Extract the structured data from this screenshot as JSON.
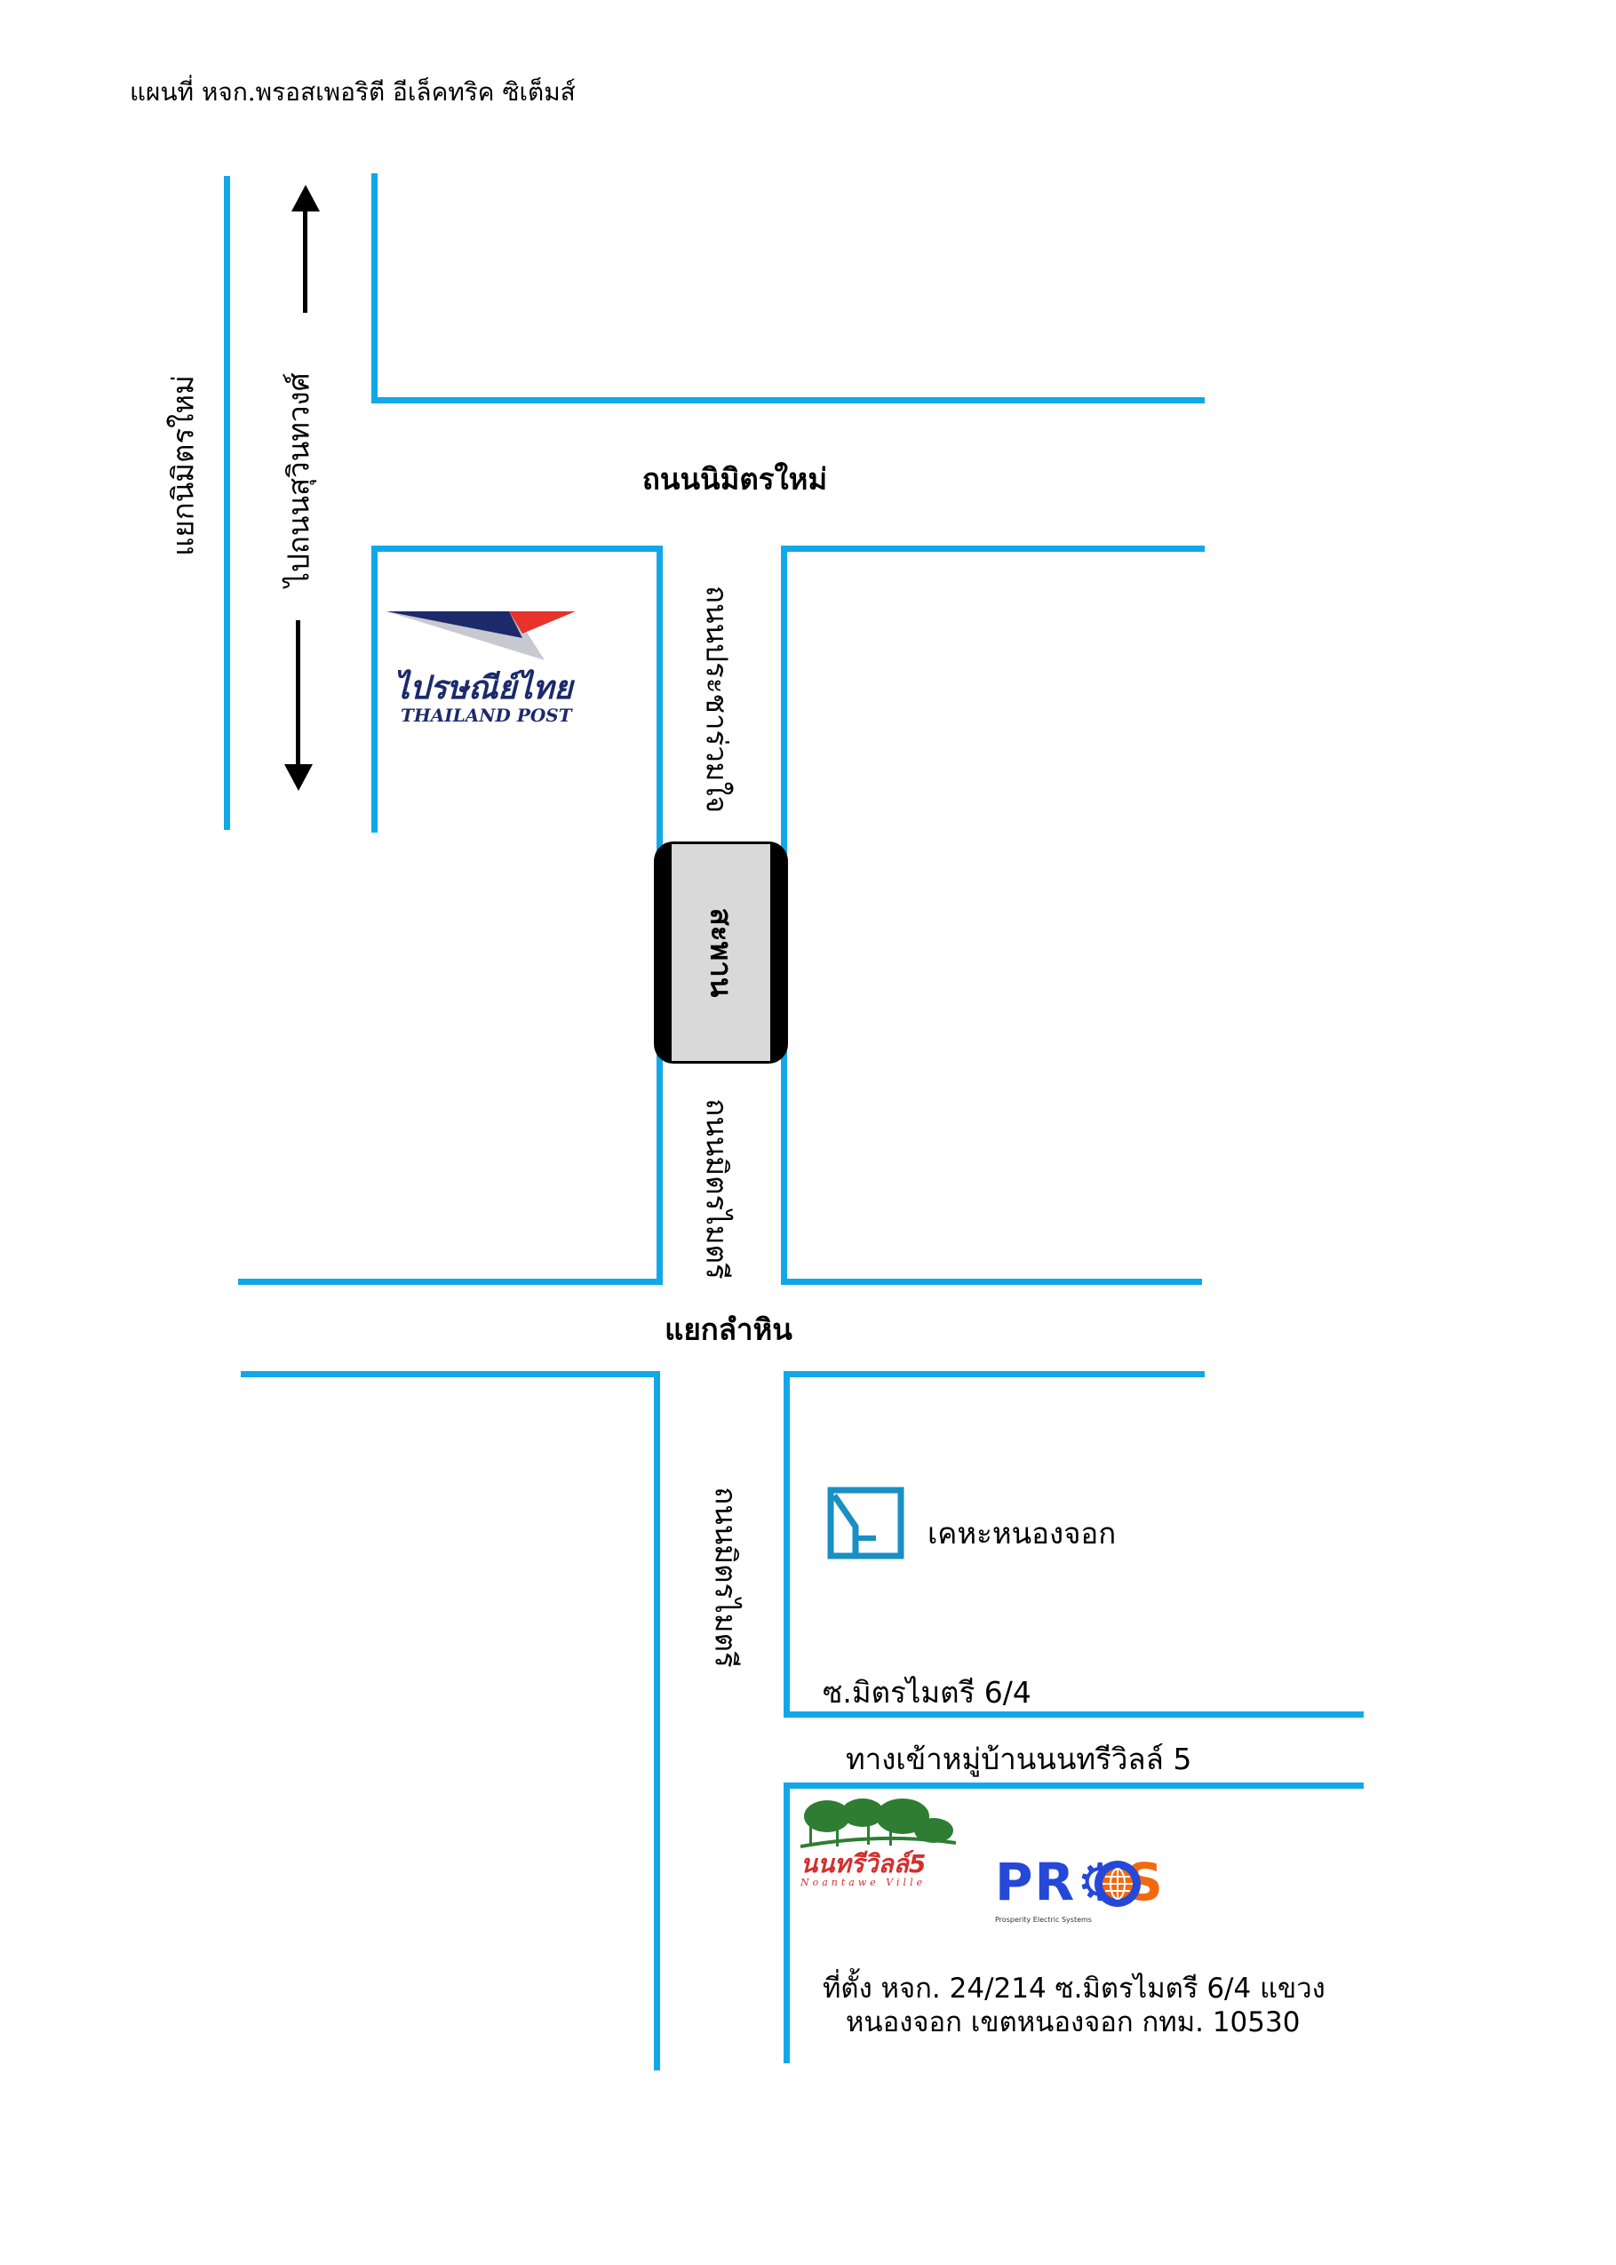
{
  "title": "แผนที่ หจก.พรอสเพอริตี อีเล็คทริค ซิเต็มส์",
  "roads": {
    "nimit_mai_road": "ถนนนิมิตรใหม่",
    "nimit_mai_junction": "แยกนิมิตรใหม่",
    "to_suwinthawong": "ไปถนนสุวินทวงศ์",
    "pracha_ruam_jai": "ถนนประชาร่วมใจ",
    "bridge": "สะพาน",
    "mit_maitri_upper": "ถนนมิตรไมตรี",
    "lam_hin_junction": "แยกลำหิน",
    "mit_maitri_lower": "ถนนมิตรไมตรี",
    "soi": "ซ.มิตรไมตรี 6/4",
    "village_entrance": "ทางเข้าหมู่บ้านนนทรีวิลล์ 5"
  },
  "landmarks": {
    "post_thai": "ไปรษณีย์ไทย",
    "post_en": "THAILAND POST",
    "kheha": "เคหะหนองจอก",
    "village_logo_thai": "นนทรีวิลล์5",
    "village_logo_en": "Noantawe Ville",
    "pros_logo": "PROS",
    "pros_tagline": "Prosperity Electric Systems"
  },
  "address": {
    "line1": "ที่ตั้ง หจก. 24/214 ซ.มิตรไมตรี 6/4  แขวง",
    "line2": "หนองจอก เขตหนองจอก กทม. 10530"
  },
  "colors": {
    "road": "#12a8e8",
    "post_blue": "#1c2a6b",
    "post_red": "#e8332a",
    "pros_blue": "#2548d8",
    "pros_orange": "#f26a10",
    "village_green": "#2e7d32",
    "village_red": "#d32f2f"
  }
}
